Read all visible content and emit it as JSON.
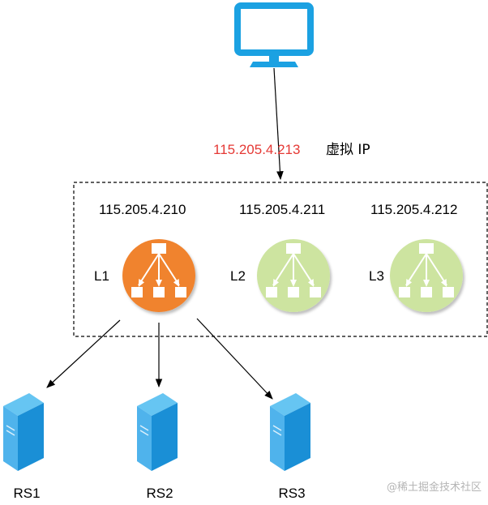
{
  "virtual_ip": {
    "address": "115.205.4.213",
    "label": "虚拟 IP"
  },
  "balancers": [
    {
      "ip": "115.205.4.210",
      "name": "L1",
      "color": "#f0832e",
      "status": "active"
    },
    {
      "ip": "115.205.4.211",
      "name": "L2",
      "color": "#cde4a0",
      "status": "standby"
    },
    {
      "ip": "115.205.4.212",
      "name": "L3",
      "color": "#cde4a0",
      "status": "standby"
    }
  ],
  "servers": [
    {
      "name": "RS1"
    },
    {
      "name": "RS2"
    },
    {
      "name": "RS3"
    }
  ],
  "colors": {
    "monitor": "#1ba1e2",
    "server_light": "#66c5f2",
    "server_dark": "#1a8fd6",
    "virtual_ip_text": "#e53935"
  },
  "icons": [
    "monitor-icon",
    "load-balancer-icon",
    "server-icon"
  ],
  "watermark": "@稀土掘金技术社区"
}
